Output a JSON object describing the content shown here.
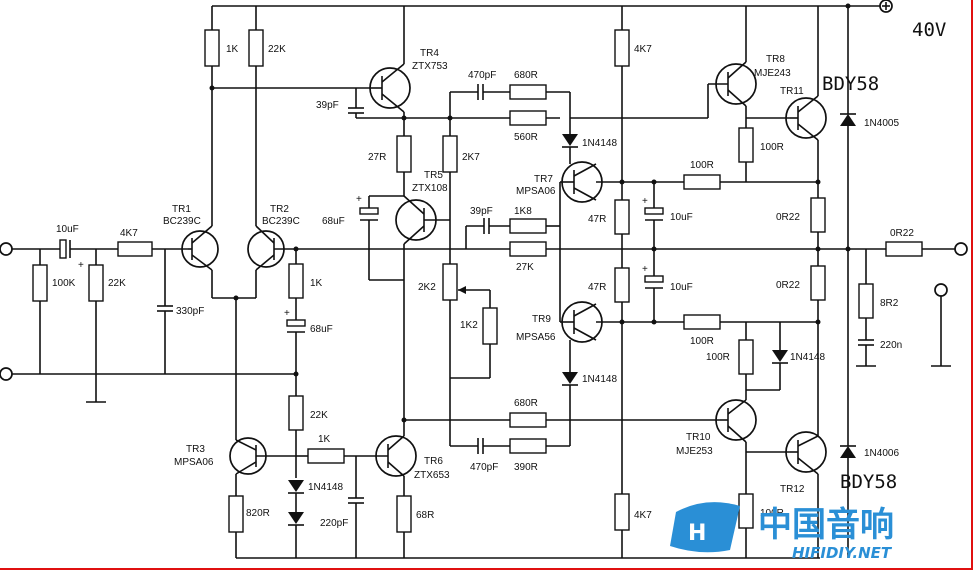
{
  "supply": {
    "voltage": "40V"
  },
  "parts": {
    "r_1k_top": "1K",
    "r_22k_top": "22K",
    "tr4": "TR4",
    "tr4_type": "ZTX753",
    "c_39pf_a": "39pF",
    "c_470pf_top": "470pF",
    "r_680r_top": "680R",
    "r_560r": "560R",
    "r_4k7_top": "4K7",
    "tr8": "TR8",
    "tr8_type": "MJE243",
    "bdy58_top": "BDY58",
    "tr11": "TR11",
    "d_1n4005": "1N4005",
    "r_27r": "27R",
    "r_2k7": "2K7",
    "tr5": "TR5",
    "tr5_type": "ZTX108",
    "d_1n4148_a": "1N4148",
    "tr7": "TR7",
    "tr7_type": "MPSA06",
    "r_100r_a": "100R",
    "r_100r_b": "100R",
    "c_10uf_in": "10uF",
    "r_4k7_in": "4K7",
    "tr1": "TR1",
    "tr1_type": "BC239C",
    "tr2": "TR2",
    "tr2_type": "BC239C",
    "c_68uf_a": "68uF",
    "c_39pf_b": "39pF",
    "r_1k8": "1K8",
    "r_47r_a": "47R",
    "c_10uf_a": "10uF",
    "r_0r22_a": "0R22",
    "r_0r22_out": "0R22",
    "r_100k": "100K",
    "r_22k_in": "22K",
    "c_330pf": "330pF",
    "r_1k_mid": "1K",
    "r_27k": "27K",
    "r_2k2": "2K2",
    "r_47r_b": "47R",
    "c_10uf_b": "10uF",
    "r_0r22_b": "0R22",
    "r_8r2": "8R2",
    "c_220n": "220n",
    "c_68uf_b": "68uF",
    "r_1k2": "1K2",
    "tr9": "TR9",
    "tr9_type": "MPSA56",
    "r_100r_c": "100R",
    "r_100r_d": "100R",
    "d_1n4148_b": "1N4148",
    "d_1n4148_c": "1N4148",
    "r_22k_mid": "22K",
    "r_680r_bot": "680R",
    "tr10": "TR10",
    "tr10_type": "MJE253",
    "tr3": "TR3",
    "tr3_type": "MPSA06",
    "r_1k_bot": "1K",
    "d_1n4148_d": "1N4148",
    "tr6": "TR6",
    "tr6_type": "ZTX653",
    "c_470pf_bot": "470pF",
    "r_390r": "390R",
    "d_1n4006": "1N4006",
    "bdy58_bot": "BDY58",
    "tr12": "TR12",
    "r_820r": "820R",
    "c_220pf": "220pF",
    "r_68r": "68R",
    "r_4k7_bot": "4K7",
    "r_100r_e": "100R"
  },
  "watermark": {
    "cn": "中国音响",
    "en": "HIFIDIY.NET"
  },
  "colors": {
    "wire": "#111111",
    "border": "#e01010",
    "logo": "#2a8fd6"
  }
}
